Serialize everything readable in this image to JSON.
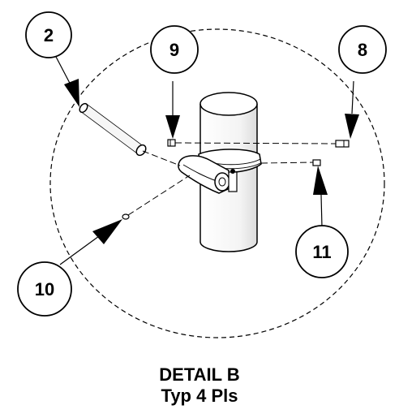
{
  "detail": {
    "title": "DETAIL B",
    "subtitle": "Typ 4 Pls"
  },
  "balloons": {
    "b2": "2",
    "b9": "9",
    "b8": "8",
    "b10": "10",
    "b11": "11"
  }
}
